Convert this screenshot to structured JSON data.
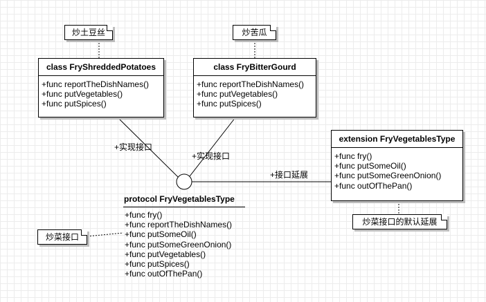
{
  "notes": {
    "shredded": "炒土豆丝",
    "bitter": "炒苦瓜",
    "interface": "炒菜接口",
    "extension": "炒菜接口的默认延展"
  },
  "classes": {
    "shredded": {
      "title": "class FryShreddedPotatoes",
      "methods": [
        "+func reportTheDishNames()",
        "+func putVegetables()",
        "+func putSpices()"
      ]
    },
    "bitter": {
      "title": "class FryBitterGourd",
      "methods": [
        "+func reportTheDishNames()",
        "+func putVegetables()",
        "+func putSpices()"
      ]
    },
    "extension": {
      "title": "extension FryVegetablesType",
      "methods": [
        "+func fry()",
        "+func putSomeOil()",
        "+func putSomeGreenOnion()",
        "+func outOfThePan()"
      ]
    }
  },
  "protocol": {
    "title": "protocol FryVegetablesType",
    "methods": [
      "+func fry()",
      "+func reportTheDishNames()",
      "+func putSomeOil()",
      "+func putSomeGreenOnion()",
      "+func putVegetables()",
      "+func putSpices()",
      "+func outOfThePan()"
    ]
  },
  "relations": {
    "realize_left": "+实现接口",
    "realize_right": "+实现接口",
    "extend": "+接口延展"
  }
}
